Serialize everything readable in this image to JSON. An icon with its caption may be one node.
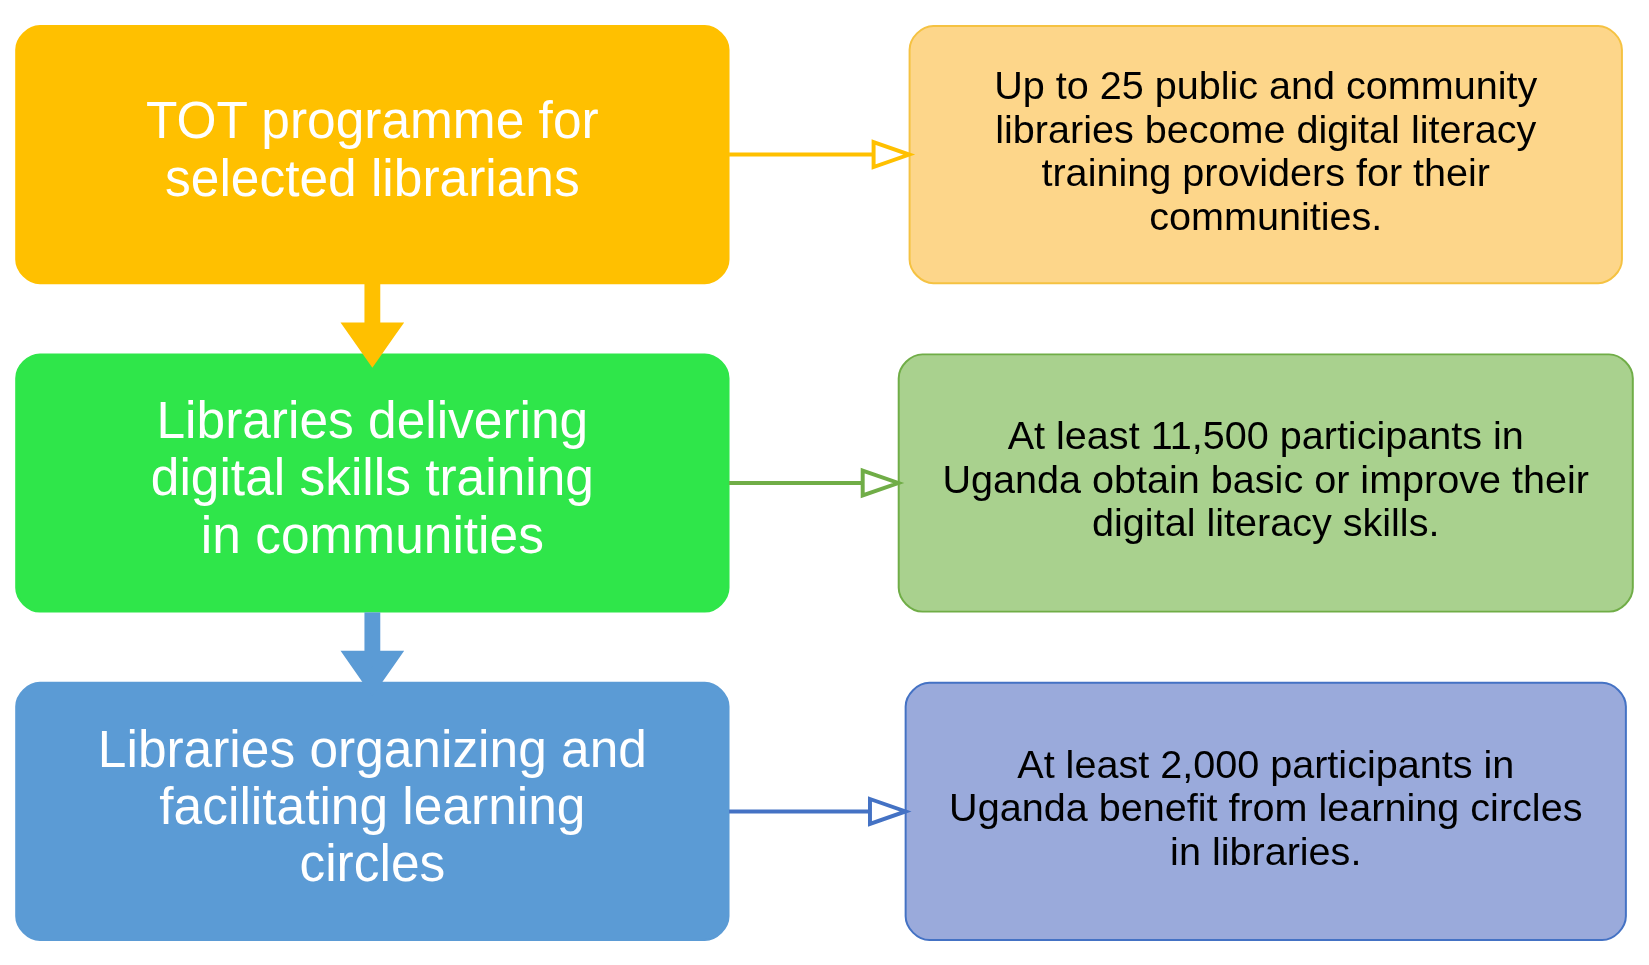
{
  "diagram": {
    "nodes": [
      {
        "text": [
          "TOT programme for selected librarians"
        ]
      },
      {
        "text": [
          "Libraries delivering digital skills training in communities"
        ]
      },
      {
        "text": [
          "Libraries organizing and facilitating learning circles"
        ]
      },
      {
        "text": [
          "Up to 25 public and community libraries become digital literacy training providers for their communities."
        ]
      },
      {
        "text": [
          "At least 11,500 participants in Uganda obtain basic or improve their digital literacy skills."
        ]
      },
      {
        "text": [
          "At least 2,000 participants in Uganda benefit from learning circles in libraries."
        ]
      }
    ],
    "edges": [
      {
        "from": 0,
        "to": 1,
        "arrow": "to",
        "style": "thick",
        "color": "#ffc000"
      },
      {
        "from": 1,
        "to": 2,
        "arrow": "to",
        "style": "thick",
        "color": "#5b9bd5"
      },
      {
        "from": 0,
        "to": 3,
        "arrow": "to",
        "color": "#ffc000"
      },
      {
        "from": 1,
        "to": 4,
        "arrow": "to",
        "color": "#70ad47"
      },
      {
        "from": 2,
        "to": 5,
        "arrow": "to",
        "color": "#4472c4"
      }
    ]
  }
}
